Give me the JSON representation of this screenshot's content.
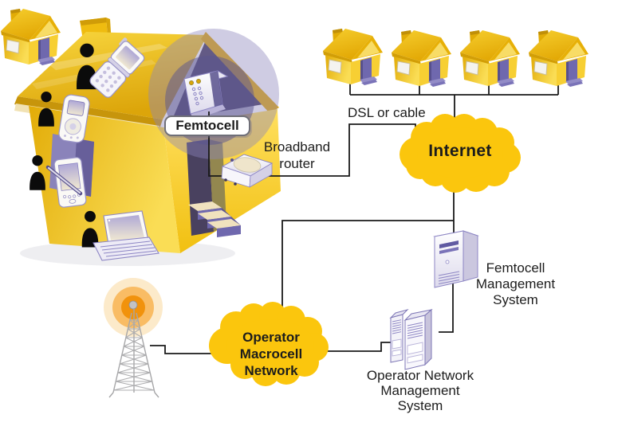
{
  "labels": {
    "femtocell": "Femtocell",
    "broadband_router": "Broadband\nrouter",
    "dsl_or_cable": "DSL or cable",
    "internet": "Internet",
    "operator_macrocell_network": "Operator\nMacrocell\nNetwork",
    "femtocell_management_system": "Femtocell\nManagement\nSystem",
    "operator_network_management_system": "Operator Network\nManagement\nSystem"
  },
  "counts": {
    "neighbor_houses": 4,
    "residents_in_home": 4
  },
  "icons": {
    "big_house": "home-with-residents",
    "femtocell_device": "wall-mounted-femtocell-box",
    "coverage_halo": "radio-coverage-circles",
    "broadband_router": "desktop-router-box",
    "neighbor_house": "small-house",
    "internet_cloud": "cloud",
    "macrocell_cloud": "cloud",
    "cell_tower": "lattice-radio-mast",
    "fms_server": "tower-server",
    "nms_server": "dual-tower-server",
    "devices": [
      "flip-phone",
      "mobile-phone",
      "pda-with-stylus",
      "laptop"
    ]
  },
  "colors": {
    "cloud_yellow": "#FBC60D",
    "house_yellow": "#F2C40E",
    "roof_gold": "#E0A90C",
    "accent_purple": "#7A73B8",
    "dark_purple": "#57508C",
    "glow_orange": "#F08F07",
    "line_black": "#1A1A1A",
    "text_black": "#1C1C1C"
  }
}
